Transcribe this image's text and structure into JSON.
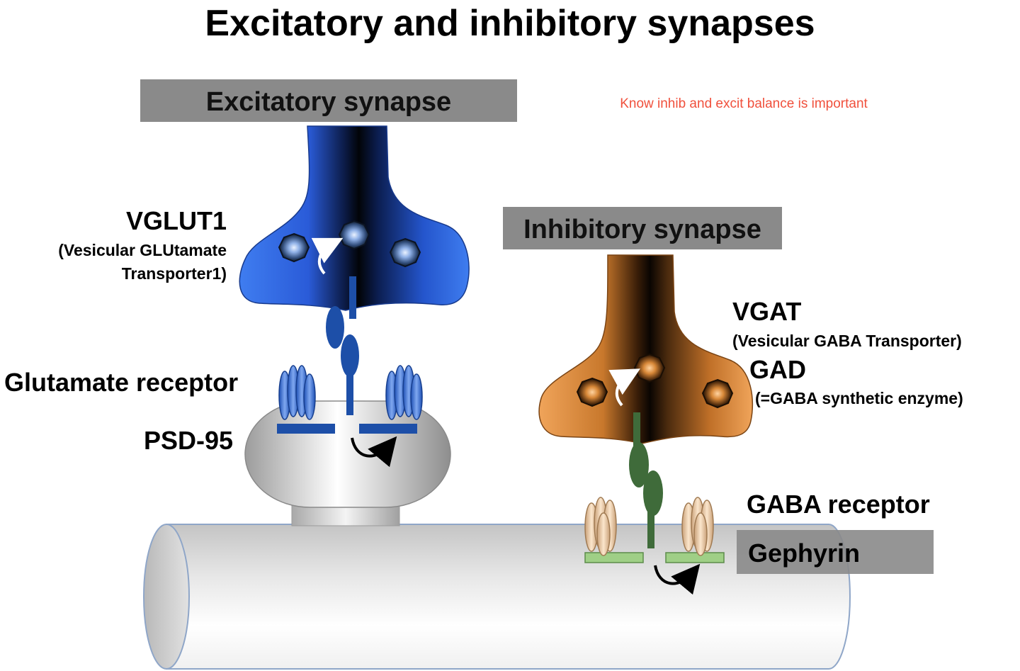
{
  "title": "Excitatory and inhibitory synapses",
  "note": "Know inhib and excit balance is important",
  "excitatory": {
    "banner": "Excitatory synapse",
    "transporter_name": "VGLUT1",
    "transporter_desc_line1": "(Vesicular GLUtamate",
    "transporter_desc_line2": "Transporter1)",
    "receptor_label": "Glutamate receptor",
    "scaffold_label": "PSD-95"
  },
  "inhibitory": {
    "banner": "Inhibitory synapse",
    "transporter_name": "VGAT",
    "transporter_desc": "(Vesicular GABA Transporter)",
    "enzyme_name": "GAD",
    "enzyme_desc": "(=GABA synthetic enzyme)",
    "receptor_label": "GABA receptor",
    "scaffold_label": "Gephyrin"
  },
  "colors": {
    "banner_bg": "#8a8a8a",
    "excitatory_terminal": "#2a5bd8",
    "inhibitory_terminal": "#c8782c",
    "note_text": "#f0503c",
    "glutamate_protein": "#1d4fa8",
    "gaba_protein": "#3f6b3a",
    "gephyrin_bar": "#9fcf86"
  }
}
